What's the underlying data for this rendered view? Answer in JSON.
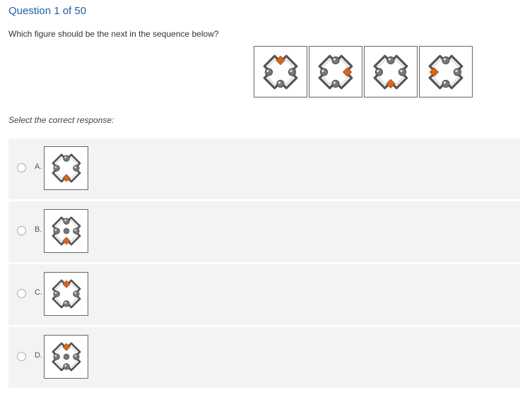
{
  "question": {
    "title": "Question 1 of 50",
    "text": "Which figure should be the next in the sequence below?",
    "select_label": "Select the correct response:"
  },
  "sequence": [
    {
      "figure": "cross",
      "grey_dots": [
        "left",
        "right",
        "bottom"
      ],
      "orange_diamond": "top"
    },
    {
      "figure": "cross",
      "grey_dots": [
        "top",
        "left",
        "bottom"
      ],
      "orange_diamond": "right"
    },
    {
      "figure": "cross",
      "grey_dots": [
        "top",
        "left",
        "right"
      ],
      "orange_diamond": "bottom"
    },
    {
      "figure": "cross",
      "grey_dots": [
        "top",
        "right",
        "bottom"
      ],
      "orange_diamond": "left"
    }
  ],
  "options": [
    {
      "letter": "A.",
      "grey_dots": [
        "top",
        "left",
        "right"
      ],
      "orange_diamond": "bottom",
      "center_dot": false
    },
    {
      "letter": "B.",
      "grey_dots": [
        "top",
        "left",
        "right"
      ],
      "orange_diamond": "bottom",
      "center_dot": true
    },
    {
      "letter": "C.",
      "grey_dots": [
        "left",
        "right",
        "bottom"
      ],
      "orange_diamond": "top",
      "center_dot": false
    },
    {
      "letter": "D.",
      "grey_dots": [
        "left",
        "right",
        "bottom"
      ],
      "orange_diamond": "top",
      "center_dot": true
    }
  ],
  "colors": {
    "title": "#1f5fa0",
    "option_bg": "#f3f3f3",
    "diamond": "#d9651f",
    "cross_outline": "#555555",
    "dot": "#777777"
  }
}
